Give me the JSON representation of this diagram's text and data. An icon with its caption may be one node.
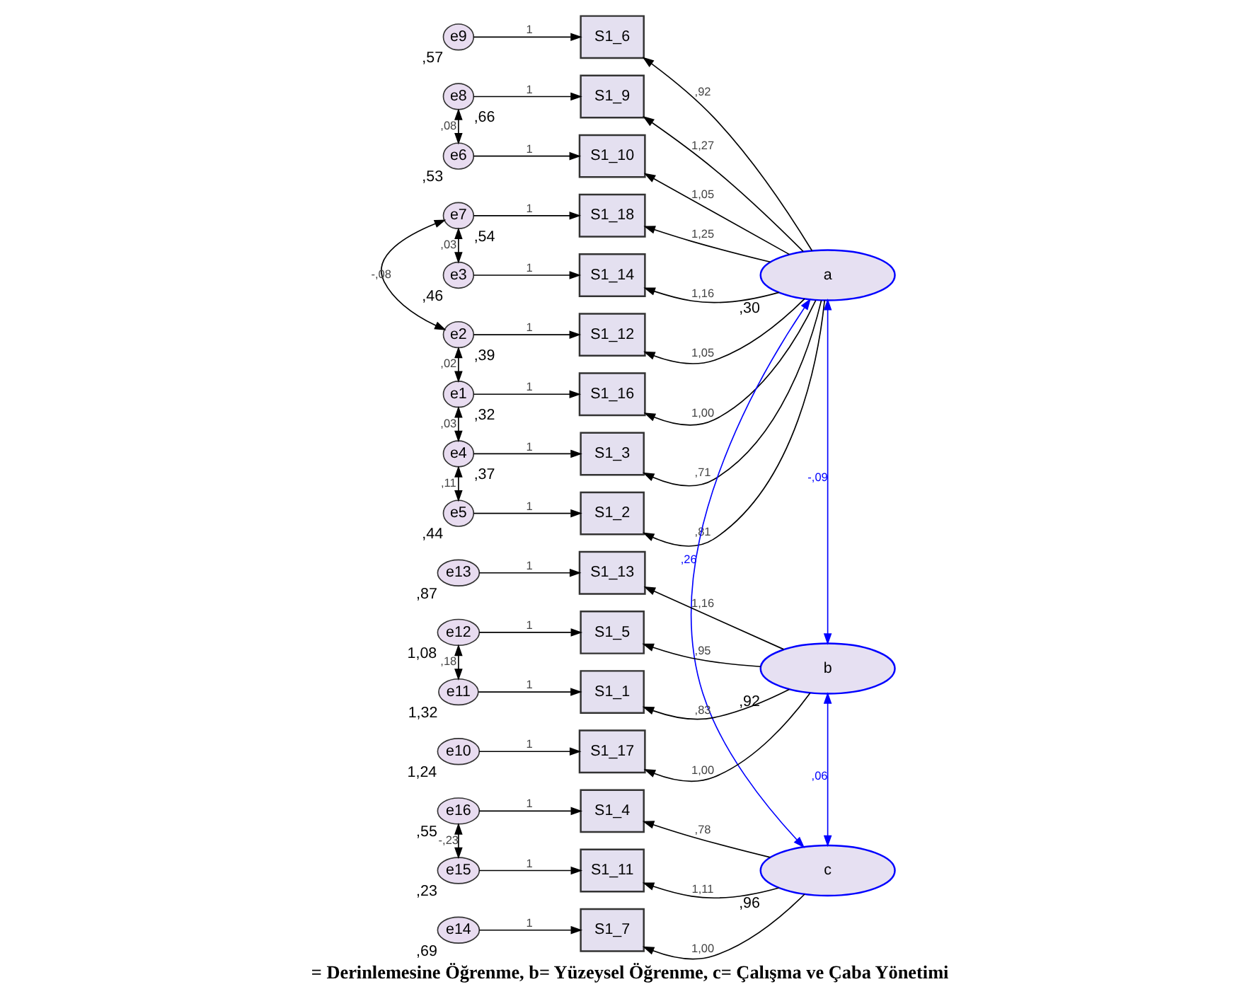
{
  "diagram": {
    "caption": "= Derinlemesine Öğrenme, b= Yüzeysel Öğrenme, c= Çalışma ve Çaba Yönetimi",
    "nodes": [
      {
        "text": [
          "e9"
        ],
        "beside": [
          ",57"
        ]
      },
      {
        "text": [
          "e8"
        ],
        "beside": [
          ",66"
        ]
      },
      {
        "text": [
          "e7"
        ],
        "beside": [
          ",54"
        ]
      },
      {
        "text": [
          "e6"
        ],
        "beside": [
          ",53"
        ]
      },
      {
        "text": [
          "e5"
        ],
        "beside": [
          ",44"
        ]
      },
      {
        "text": [
          "e4"
        ],
        "beside": [
          ",37"
        ]
      },
      {
        "text": [
          "e3"
        ],
        "beside": [
          ",46"
        ]
      },
      {
        "text": [
          "e2"
        ],
        "beside": [
          ",39"
        ]
      },
      {
        "text": [
          "e1"
        ],
        "beside": [
          ",32"
        ]
      },
      {
        "text": [
          "S1_6"
        ]
      },
      {
        "text": [
          "S1_9"
        ]
      },
      {
        "text": [
          "S1_18"
        ]
      },
      {
        "text": [
          "S1_10"
        ]
      },
      {
        "text": [
          "S1_2"
        ]
      },
      {
        "text": [
          "S1_3"
        ]
      },
      {
        "text": [
          "S1_14"
        ]
      },
      {
        "text": [
          "S1_12"
        ]
      },
      {
        "text": [
          "S1_16"
        ]
      },
      {
        "text": [
          "a"
        ],
        "beside": [
          ",30"
        ]
      },
      {
        "text": [
          "e13"
        ],
        "beside": [
          ",87"
        ]
      },
      {
        "text": [
          "e12"
        ],
        "beside": [
          "1,08"
        ]
      },
      {
        "text": [
          "e11"
        ],
        "beside": [
          "1,32"
        ]
      },
      {
        "text": [
          "e10"
        ],
        "beside": [
          "1,24"
        ]
      },
      {
        "text": [
          "S1_13"
        ]
      },
      {
        "text": [
          "S1_5"
        ]
      },
      {
        "text": [
          "S1_1"
        ]
      },
      {
        "text": [
          "S1_17"
        ]
      },
      {
        "text": [
          "b"
        ],
        "beside": [
          ",92"
        ]
      },
      {
        "text": [
          "e16"
        ],
        "beside": [
          ",55"
        ]
      },
      {
        "text": [
          "e15"
        ],
        "beside": [
          ",23"
        ]
      },
      {
        "text": [
          "e14"
        ],
        "beside": [
          ",69"
        ]
      },
      {
        "text": [
          "S1_4"
        ]
      },
      {
        "text": [
          "S1_11"
        ]
      },
      {
        "text": [
          "S1_7"
        ]
      },
      {
        "text": [
          "c"
        ],
        "beside": [
          ",96"
        ]
      }
    ],
    "edges": [
      {
        "from": 0,
        "to": 9,
        "arrow": "to",
        "label": "1"
      },
      {
        "from": 1,
        "to": 10,
        "arrow": "to",
        "label": "1"
      },
      {
        "from": 2,
        "to": 11,
        "arrow": "to",
        "label": "1"
      },
      {
        "from": 3,
        "to": 12,
        "arrow": "to",
        "label": "1"
      },
      {
        "from": 4,
        "to": 13,
        "arrow": "to",
        "label": "1"
      },
      {
        "from": 5,
        "to": 14,
        "arrow": "to",
        "label": "1"
      },
      {
        "from": 6,
        "to": 15,
        "arrow": "to",
        "label": "1"
      },
      {
        "from": 7,
        "to": 16,
        "arrow": "to",
        "label": "1"
      },
      {
        "from": 8,
        "to": 17,
        "arrow": "to",
        "label": "1"
      },
      {
        "from": 18,
        "to": 9,
        "arrow": "to",
        "label": ",92"
      },
      {
        "from": 18,
        "to": 10,
        "arrow": "to",
        "label": "1,27"
      },
      {
        "from": 18,
        "to": 11,
        "arrow": "to",
        "label": "1,25"
      },
      {
        "from": 18,
        "to": 12,
        "arrow": "to",
        "label": "1,05"
      },
      {
        "from": 18,
        "to": 13,
        "arrow": "to",
        "label": ",81"
      },
      {
        "from": 18,
        "to": 14,
        "arrow": "to",
        "label": ",71"
      },
      {
        "from": 18,
        "to": 15,
        "arrow": "to",
        "label": "1,16"
      },
      {
        "from": 18,
        "to": 16,
        "arrow": "to",
        "label": "1,05"
      },
      {
        "from": 18,
        "to": 17,
        "arrow": "to",
        "label": "1,00"
      },
      {
        "from": 1,
        "to": 3,
        "arrow": "both",
        "label": ",08"
      },
      {
        "from": 2,
        "to": 6,
        "arrow": "both",
        "label": ",03"
      },
      {
        "from": 2,
        "to": 7,
        "arrow": "both",
        "label": "-,08"
      },
      {
        "from": 4,
        "to": 5,
        "arrow": "both",
        "label": ",11"
      },
      {
        "from": 5,
        "to": 8,
        "arrow": "both",
        "label": ",03"
      },
      {
        "from": 7,
        "to": 8,
        "arrow": "both",
        "label": ",02"
      },
      {
        "from": 19,
        "to": 23,
        "arrow": "to",
        "label": "1"
      },
      {
        "from": 20,
        "to": 24,
        "arrow": "to",
        "label": "1"
      },
      {
        "from": 21,
        "to": 25,
        "arrow": "to",
        "label": "1"
      },
      {
        "from": 22,
        "to": 26,
        "arrow": "to",
        "label": "1"
      },
      {
        "from": 27,
        "to": 23,
        "arrow": "to",
        "label": "1,16"
      },
      {
        "from": 27,
        "to": 24,
        "arrow": "to",
        "label": ",95"
      },
      {
        "from": 27,
        "to": 25,
        "arrow": "to",
        "label": ",83"
      },
      {
        "from": 27,
        "to": 26,
        "arrow": "to",
        "label": "1,00"
      },
      {
        "from": 20,
        "to": 21,
        "arrow": "both",
        "label": ",18"
      },
      {
        "from": 28,
        "to": 31,
        "arrow": "to",
        "label": "1"
      },
      {
        "from": 29,
        "to": 32,
        "arrow": "to",
        "label": "1"
      },
      {
        "from": 30,
        "to": 33,
        "arrow": "to",
        "label": "1"
      },
      {
        "from": 34,
        "to": 31,
        "arrow": "to",
        "label": ",78"
      },
      {
        "from": 34,
        "to": 32,
        "arrow": "to",
        "label": "1,11"
      },
      {
        "from": 34,
        "to": 33,
        "arrow": "to",
        "label": "1,00"
      },
      {
        "from": 28,
        "to": 29,
        "arrow": "both",
        "label": "-,23"
      },
      {
        "from": 18,
        "to": 27,
        "arrow": "both",
        "label": "-,09",
        "color": "#0000ff"
      },
      {
        "from": 18,
        "to": 34,
        "arrow": "both",
        "label": ",26",
        "color": "#0000ff"
      },
      {
        "from": 27,
        "to": 34,
        "arrow": "both",
        "label": ",06",
        "color": "#0000ff"
      }
    ]
  }
}
